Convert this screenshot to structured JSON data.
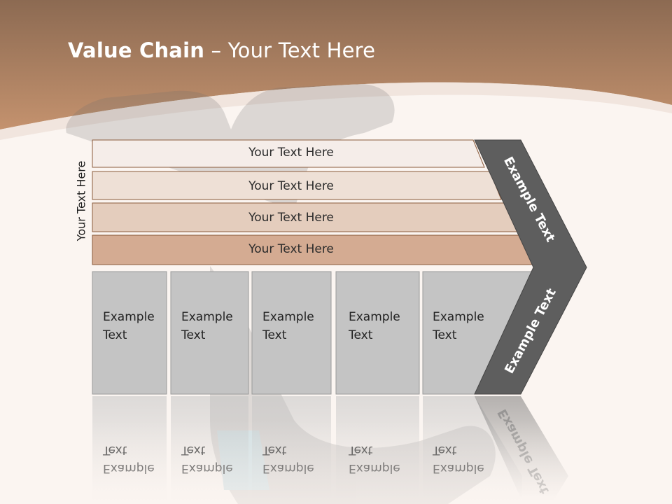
{
  "slide": {
    "title_bold": "Value Chain",
    "title_rest": " – Your Text Here",
    "vertical_label": "Your Text Here"
  },
  "rows": [
    {
      "label": "Your Text Here",
      "fill": "#f5ede9"
    },
    {
      "label": "Your Text Here",
      "fill": "#eee0d6"
    },
    {
      "label": "Your Text Here",
      "fill": "#e4cdbd"
    },
    {
      "label": "Your Text Here",
      "fill": "#d4ab92"
    }
  ],
  "boxes": [
    {
      "line1": "Example",
      "line2": "Text"
    },
    {
      "line1": "Example",
      "line2": "Text"
    },
    {
      "line1": "Example",
      "line2": "Text"
    },
    {
      "line1": "Example",
      "line2": "Text"
    },
    {
      "line1": "Example",
      "line2": "Text"
    }
  ],
  "chevron": {
    "upper_label": "Example Text",
    "lower_label": "Example Text"
  },
  "colors": {
    "header_brown": "#c0906c",
    "box_gray": "#c4c4c4",
    "chevron_gray": "#5e5e5e",
    "row_border": "#8a5a3a"
  }
}
